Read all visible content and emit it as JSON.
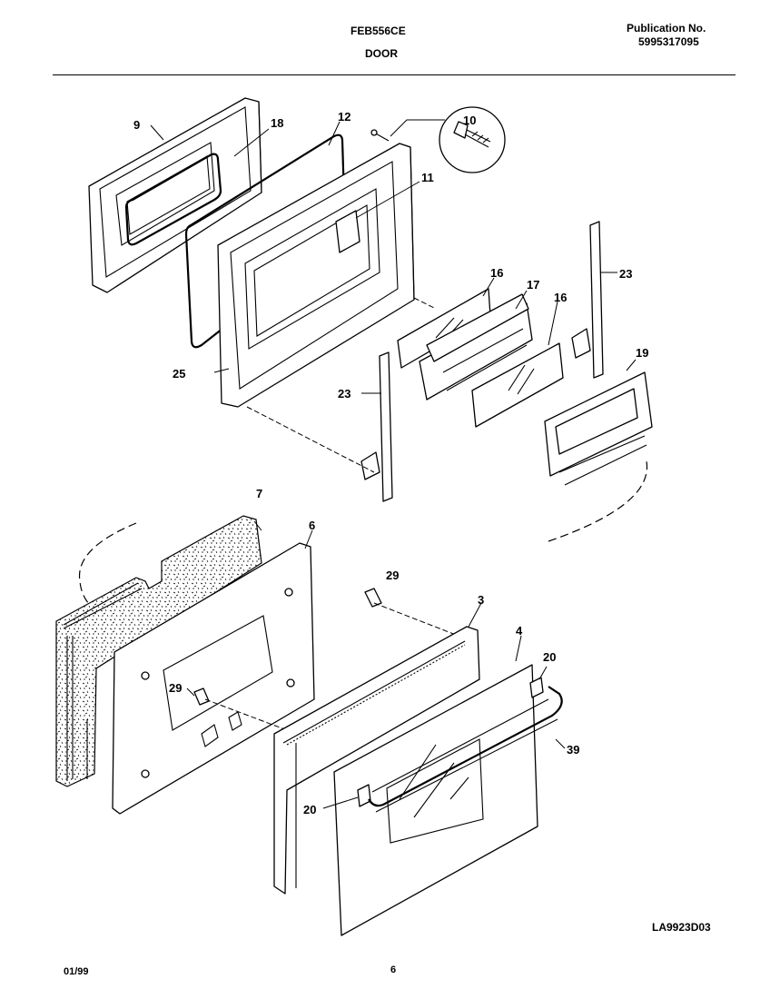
{
  "header": {
    "model": "FEB556CE",
    "section": "DOOR",
    "publication_label": "Publication No.",
    "publication_number": "5995317095"
  },
  "footer": {
    "date": "01/99",
    "page": "6",
    "drawing_code": "LA9923D03"
  },
  "callouts": {
    "c3": "3",
    "c4": "4",
    "c6": "6",
    "c7": "7",
    "c9": "9",
    "c10": "10",
    "c11": "11",
    "c12": "12",
    "c16a": "16",
    "c16b": "16",
    "c17": "17",
    "c18": "18",
    "c19": "19",
    "c20a": "20",
    "c20b": "20",
    "c23a": "23",
    "c23b": "23",
    "c25": "25",
    "c29a": "29",
    "c29b": "29",
    "c39": "39"
  }
}
